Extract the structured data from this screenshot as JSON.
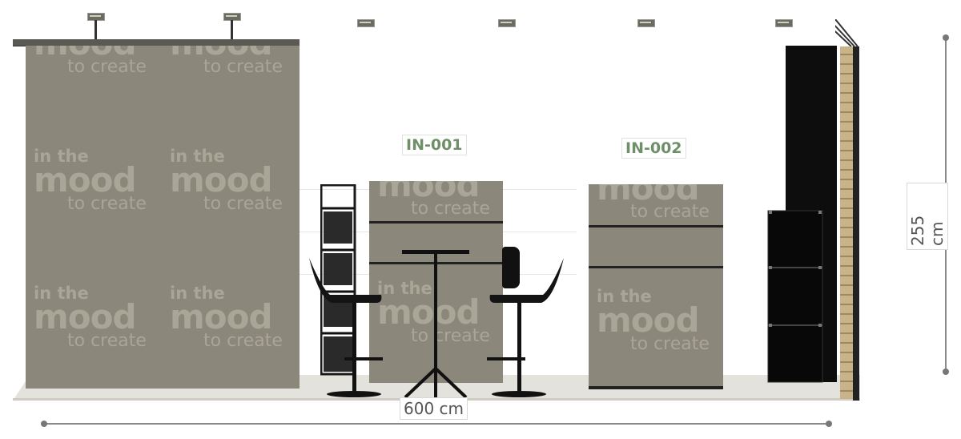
{
  "watermark": {
    "line1": "in the",
    "line2": "mood",
    "line3": "to create"
  },
  "counters": [
    {
      "code": "IN-001"
    },
    {
      "code": "IN-002"
    }
  ],
  "dimensions": {
    "width": "600 cm",
    "height": "255 cm"
  },
  "colors": {
    "panel": "#8b877b",
    "watermark": "#a9a597",
    "code_label": "#6e8f68",
    "furniture": "#111111",
    "floor": "#e4e2dc"
  },
  "icons": [
    "spotlight-icon",
    "bar-stool-icon",
    "bar-table-icon",
    "brochure-rack-icon",
    "display-cabinet-icon"
  ]
}
